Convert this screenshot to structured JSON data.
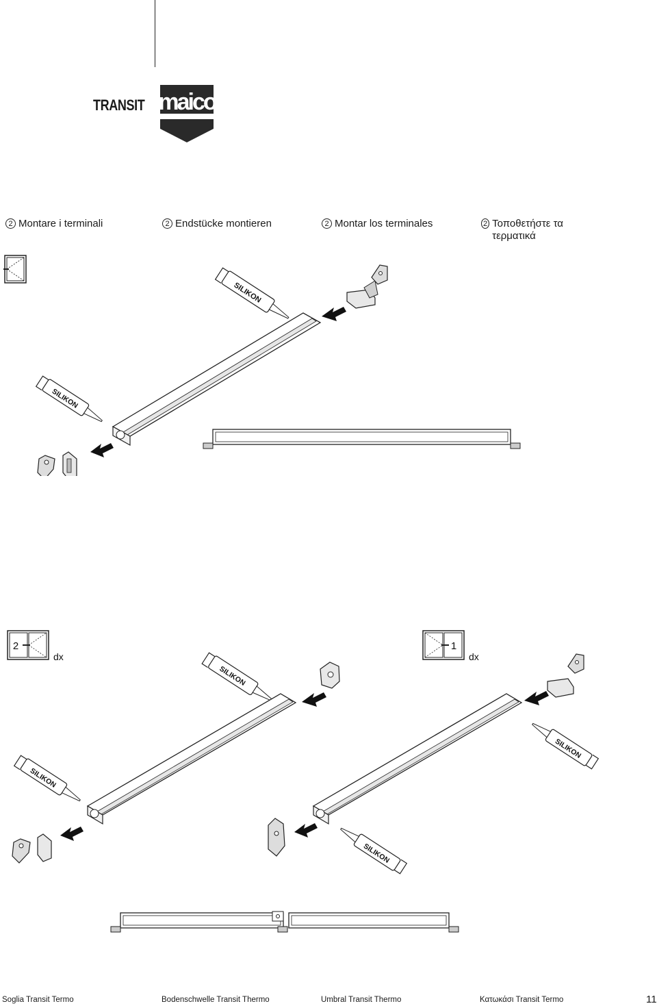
{
  "header": {
    "brand": "TRANSIT",
    "logo_text": "maico",
    "logo_color": "#2a2a2a"
  },
  "steps": [
    {
      "number": "2",
      "text": "Montare i terminali"
    },
    {
      "number": "2",
      "text": "Endstücke montieren"
    },
    {
      "number": "2",
      "text": "Montar los terminales"
    },
    {
      "number": "2",
      "text": "Τοποθετήστε τα τερματικά"
    }
  ],
  "illustrations": {
    "tube_label": "SILIKON",
    "window_top_label": "",
    "window_left_number": "2",
    "window_left_suffix": "dx",
    "window_right_number": "1",
    "window_right_suffix": "dx"
  },
  "footer": {
    "items": [
      "Soglia Transit Termo",
      "Bodenschwelle Transit Thermo",
      "Umbral Transit Thermo",
      "Κατωκάσι Transit Termo"
    ],
    "page_number": "11"
  }
}
